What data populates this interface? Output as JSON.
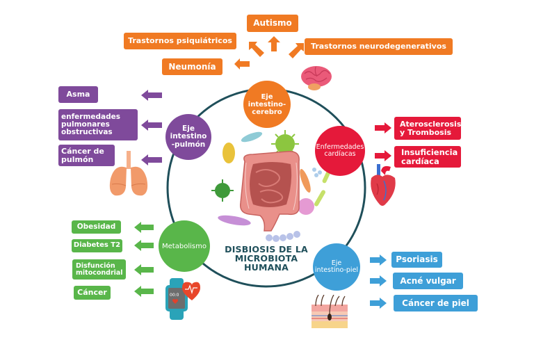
{
  "title": {
    "line1": "DISBIOSIS DE LA",
    "line2": "MICROBIOTA",
    "line3": "HUMANA"
  },
  "colors": {
    "brain_axis": "#f07a23",
    "lung_axis": "#7f4a9b",
    "heart_axis": "#e5193a",
    "metabolism_axis": "#59b64a",
    "skin_axis": "#3e9fd8",
    "ring": "#1f4f5a"
  },
  "nodes": {
    "brain": {
      "line1": "Eje",
      "line2": "intestino-",
      "line3": "cerebro"
    },
    "lung": {
      "line1": "Eje",
      "line2": "intestino",
      "line3": "-pulmón"
    },
    "heart": {
      "line1": "Enfermedades",
      "line2": "cardíacas"
    },
    "metabolism": {
      "line1": "Metabolismo"
    },
    "skin": {
      "line1": "Eje",
      "line2": "intestino-piel"
    }
  },
  "brain_outcomes": {
    "autismo": "Autismo",
    "psiquiatricos": "Trastornos psiquiátricos",
    "neurodegenerativos": "Trastornos neurodegenerativos",
    "neumonia": "Neumonía"
  },
  "lung_outcomes": {
    "asma": "Asma",
    "epoc": [
      "enfermedades",
      "pulmonares",
      "obstructivas"
    ],
    "cancer": [
      "Cáncer de",
      "pulmón"
    ]
  },
  "heart_outcomes": {
    "ateros": [
      "Aterosclerosis",
      "y Trombosis"
    ],
    "insuf": [
      "Insuficiencia",
      "cardíaca"
    ]
  },
  "metabolism_outcomes": {
    "obesidad": "Obesidad",
    "diabetes": "Diabetes T2",
    "disfuncion": [
      "Disfunción",
      "mitocondrial"
    ],
    "cancer": "Cáncer"
  },
  "skin_outcomes": {
    "psoriasis": "Psoriasis",
    "acne": "Acné vulgar",
    "cancer": "Cáncer de piel"
  },
  "icons": {
    "brain": "brain-icon",
    "lungs": "lungs-icon",
    "heart": "heart-organ-icon",
    "smartwatch": "smartwatch-heart-icon",
    "skin": "skin-layer-icon",
    "intestine": "intestine-microbiota-illustration"
  },
  "watch_display": "00:0"
}
